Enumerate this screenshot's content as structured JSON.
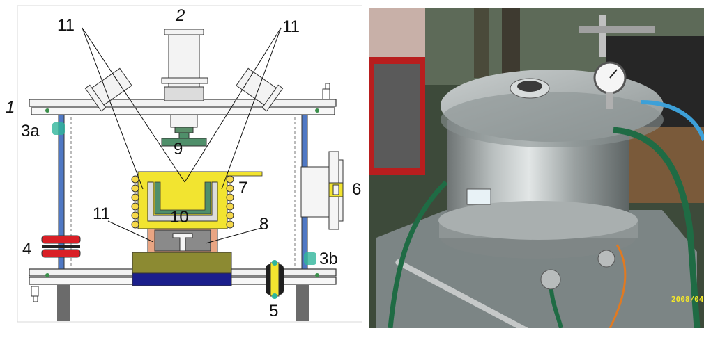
{
  "diagram": {
    "labels": {
      "l1": "1",
      "l2": "2",
      "l3a": "3a",
      "l3b": "3b",
      "l4": "4",
      "l5": "5",
      "l6": "6",
      "l7": "7",
      "l8": "8",
      "l9": "9",
      "l10": "10",
      "l11_left": "11",
      "l11_right": "11",
      "l11_mid": "11"
    },
    "colors": {
      "heater": "#f2e430",
      "coil": "#f5d84a",
      "gauge_green": "#4f8f6a",
      "base_olive": "#8c8a32",
      "base_blue": "#1b1f8c",
      "crucible_fill": "#e9a583",
      "wall_blue": "#4f78c4",
      "seal_red": "#d91f26",
      "seal_port": "#2fb59b"
    }
  },
  "photo": {
    "timestamp": "2008/04"
  }
}
